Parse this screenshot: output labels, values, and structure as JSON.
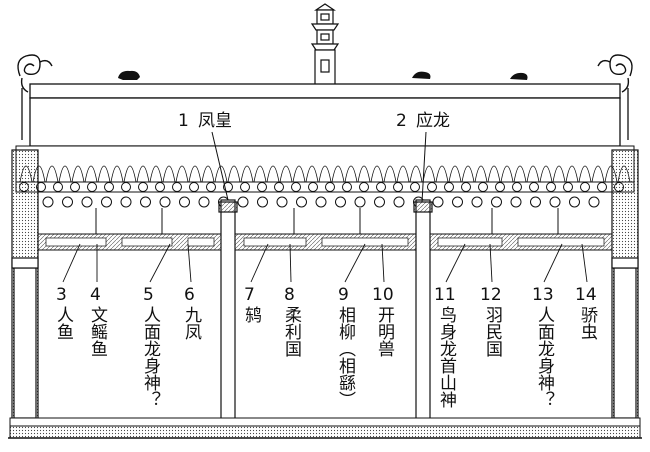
{
  "roof_labels": [
    {
      "num": "1",
      "name": "凤皇"
    },
    {
      "num": "2",
      "name": "应龙"
    }
  ],
  "bay_labels": [
    {
      "num": "3",
      "name": "人鱼"
    },
    {
      "num": "4",
      "name": "文鳐鱼"
    },
    {
      "num": "5",
      "name": "人面龙身神？"
    },
    {
      "num": "6",
      "name": "九凤"
    },
    {
      "num": "7",
      "name": "鸫"
    },
    {
      "num": "8",
      "name": "柔利国"
    },
    {
      "num": "9",
      "name": "相柳（相繇）"
    },
    {
      "num": "10",
      "name": "开明兽"
    },
    {
      "num": "11",
      "name": "鸟身龙首山神"
    },
    {
      "num": "12",
      "name": "羽民国"
    },
    {
      "num": "13",
      "name": "人面龙身神？"
    },
    {
      "num": "14",
      "name": "骄虫"
    }
  ]
}
